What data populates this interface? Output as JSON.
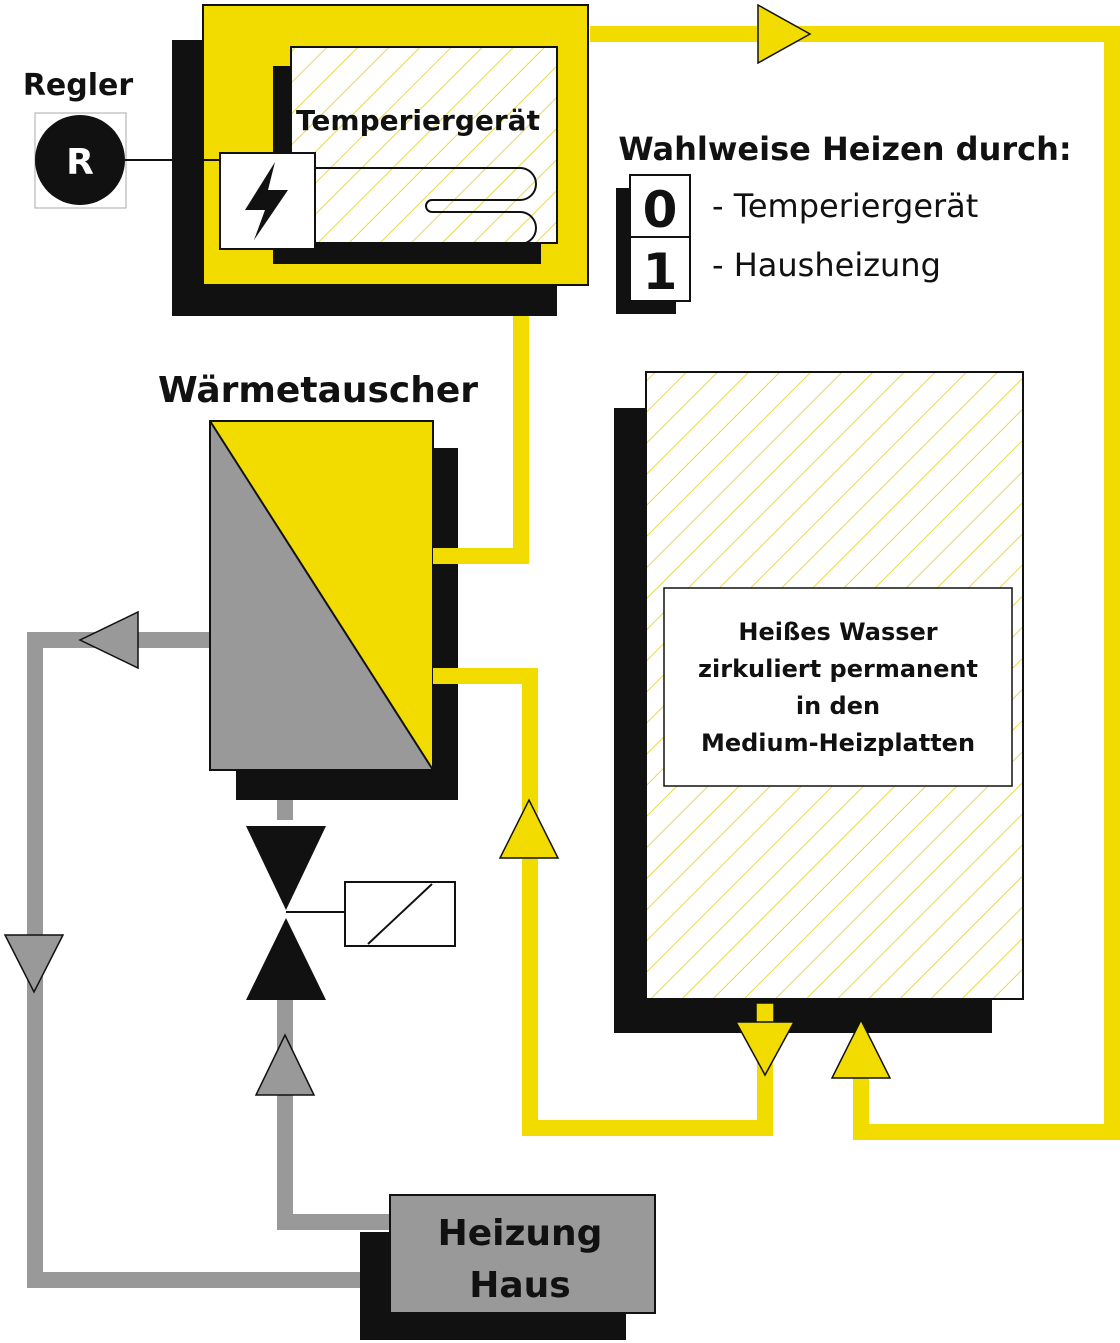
{
  "labels": {
    "regler": "Regler",
    "regler_symbol": "R",
    "temperiergeraet": "Temperiergerät",
    "waermetauscher": "Wärmetauscher",
    "heizung_line1": "Heizung",
    "heizung_line2": "Haus",
    "wasser_line1": "Heißes Wasser",
    "wasser_line2": "zirkuliert permanent",
    "wasser_line3": "in den",
    "wasser_line4": "Medium-Heizplatten"
  },
  "legend": {
    "title": "Wahlweise Heizen durch:",
    "options": [
      {
        "key": "0",
        "label": "- Temperiergerät"
      },
      {
        "key": "1",
        "label": "- Hausheizung"
      }
    ]
  },
  "colors": {
    "yellow": "#f2dc00",
    "gray": "#999999",
    "black": "#111111",
    "hatch": "#e8d84a"
  },
  "icons": {
    "lightning": "lightning-bolt-icon",
    "solenoid": "solenoid-coil-icon",
    "valve": "two-way-valve-icon"
  }
}
